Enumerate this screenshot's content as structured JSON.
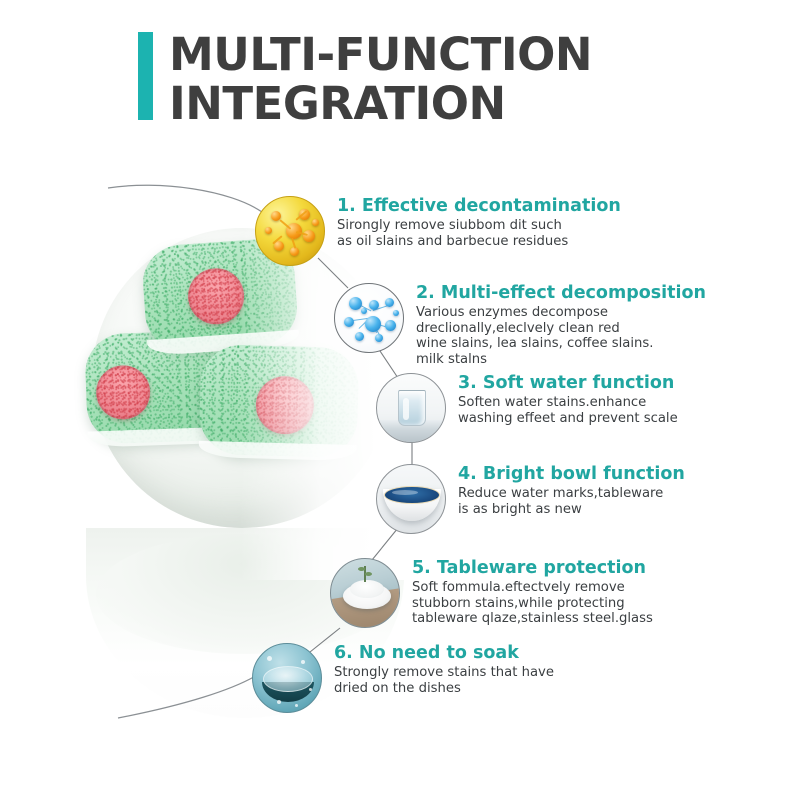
{
  "header": {
    "title_line_1": "MULTI-FUNCTION",
    "title_line_2": "INTEGRATION",
    "accent_color": "#1cb3b0",
    "title_color": "#3f3f3f"
  },
  "product_photo": {
    "alt": "green speckled dishwasher tablets with pink centers on a white plate",
    "tablet_color": "#a8e2ba",
    "core_color": "#f08a94"
  },
  "features": [
    {
      "number": "1.",
      "title": "1. Effective decontamination",
      "desc": "Sirongly remove siubbom dit such\nas oil slains and barbecue residues",
      "icon": "gold-molecule-icon"
    },
    {
      "number": "2.",
      "title": "2. Multi-effect decomposition",
      "desc": "Various enzymes decompose\ndreclionally,eleclvely clean red\nwine slains, lea slains, coffee slains.\nmilk stalns",
      "icon": "blue-molecule-icon"
    },
    {
      "number": "3.",
      "title": "3. Soft water function",
      "desc": "Soften water stains.enhance\nwashing effeet and prevent scale",
      "icon": "water-glass-icon"
    },
    {
      "number": "4.",
      "title": "4. Bright bowl function",
      "desc": "Reduce water marks,tableware\nis as bright as new",
      "icon": "blue-bowl-icon"
    },
    {
      "number": "5.",
      "title": "5. Tableware protection",
      "desc": "Soft fommula.eftectvely remove\nstubborn stains,while protecting\ntableware qlaze,stainless steel.glass",
      "icon": "table-setting-icon"
    },
    {
      "number": "6.",
      "title": "6. No need to soak",
      "desc": "Strongly remove stains that have\ndried on the dishes",
      "icon": "plate-in-water-icon"
    }
  ],
  "theme": {
    "heading_teal": "#21a6a1",
    "body_text": "#3b3f42",
    "connector_line": "#7b7f82",
    "background": "#ffffff"
  }
}
